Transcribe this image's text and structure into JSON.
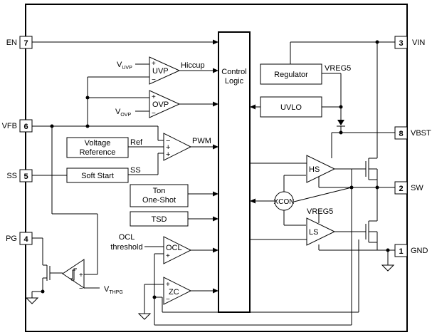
{
  "pins": {
    "en": {
      "num": "7",
      "name": "EN"
    },
    "vfb": {
      "num": "6",
      "name": "VFB"
    },
    "ss": {
      "num": "5",
      "name": "SS"
    },
    "pg": {
      "num": "4",
      "name": "PG"
    },
    "vin": {
      "num": "3",
      "name": "VIN"
    },
    "vbst": {
      "num": "8",
      "name": "VBST"
    },
    "sw": {
      "num": "2",
      "name": "SW"
    },
    "gnd": {
      "num": "1",
      "name": "GND"
    }
  },
  "blocks": {
    "control_logic": [
      "Control",
      "Logic"
    ],
    "regulator": "Regulator",
    "uvlo": "UVLO",
    "voltage_reference": [
      "Voltage",
      "Reference"
    ],
    "soft_start": "Soft Start",
    "ton_one_shot": [
      "Ton",
      "One-Shot"
    ],
    "tsd": "TSD"
  },
  "amplifiers": {
    "uvp": "UVP",
    "ovp": "OVP",
    "pwm_comp_signs": [
      "−",
      "+",
      "+"
    ],
    "ocl": "OCL",
    "zc": "ZC",
    "hs": "HS",
    "ls": "LS",
    "xcon": "XCON"
  },
  "signals": {
    "hiccup": "Hiccup",
    "pwm": "PWM",
    "ref": "Ref",
    "ss": "SS",
    "vreg5_top": "VREG5",
    "vreg5_ls": "VREG5",
    "ocl_threshold": [
      "OCL",
      "threshold"
    ],
    "v_uvp": {
      "main": "V",
      "sub": "UVP"
    },
    "v_ovp": {
      "main": "V",
      "sub": "OVP"
    },
    "v_thpg": {
      "main": "V",
      "sub": "THPG"
    }
  }
}
